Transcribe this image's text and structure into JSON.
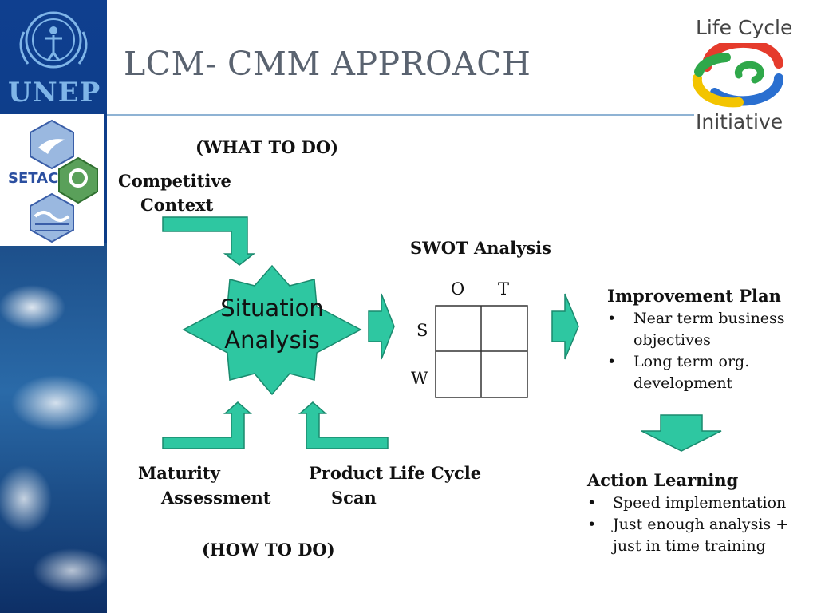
{
  "title": "LCM- CMM   APPROACH",
  "logos": {
    "unep": "UNEP",
    "setac": "SETAC",
    "lci_line1": "Life Cycle",
    "lci_line2": "Initiative"
  },
  "diagram": {
    "what_to_do": "(WHAT TO DO)",
    "how_to_do": "(HOW TO DO)",
    "competitive_context_1": "Competitive",
    "competitive_context_2": "Context",
    "situation_1": "Situation",
    "situation_2": "Analysis",
    "swot_title": "SWOT Analysis",
    "swot_o": "O",
    "swot_t": "T",
    "swot_s": "S",
    "swot_w": "W",
    "maturity_1": "Maturity",
    "maturity_2": "Assessment",
    "plc_1": "Product Life Cycle",
    "plc_2": "Scan",
    "improvement_title": "Improvement Plan",
    "improvement_items": [
      "Near term business",
      "objectives",
      "Long term org.",
      "development"
    ],
    "action_title": "Action Learning",
    "action_items": [
      "Speed implementation",
      "Just enough analysis +",
      "just in time training"
    ]
  },
  "colors": {
    "accent": "#2ec7a1",
    "accent_dark": "#1a8a6e",
    "sidebar": "#0f3f8f",
    "title_text": "#5a6370"
  }
}
